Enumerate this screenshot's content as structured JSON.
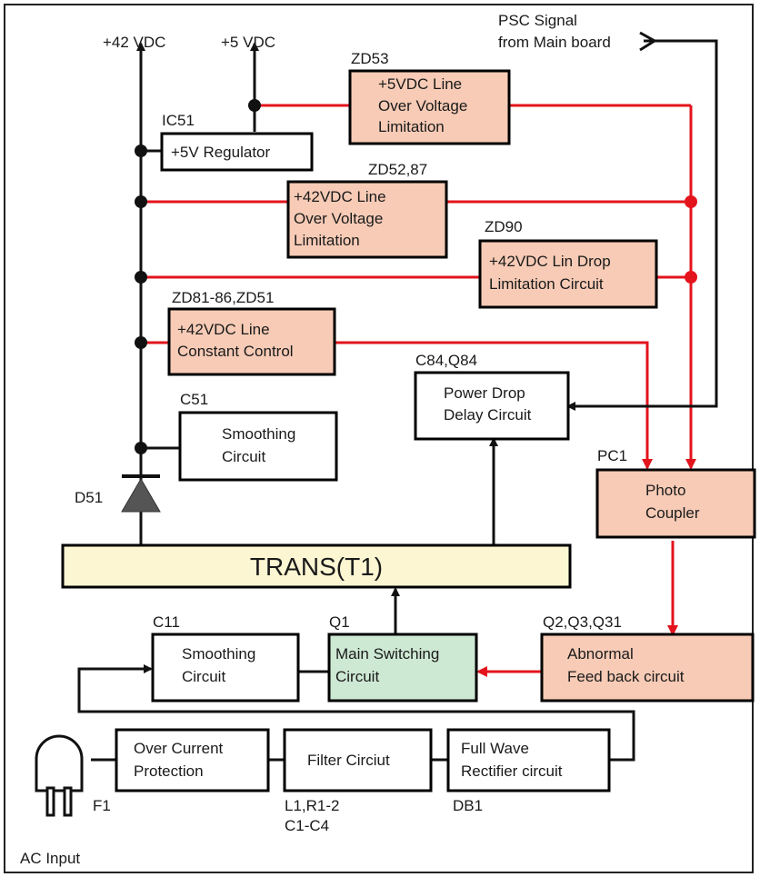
{
  "rails": {
    "v42": "+42 VDC",
    "v5": "+5 VDC"
  },
  "psc": {
    "line1": "PSC Signal",
    "line2": "from Main board"
  },
  "zd53": {
    "ref": "ZD53",
    "line1": "+5VDC Line",
    "line2": "Over Voltage",
    "line3": "Limitation"
  },
  "ic51": {
    "ref": "IC51",
    "line1": "+5V Regulator"
  },
  "zd52": {
    "ref": "ZD52,87",
    "line1": "+42VDC Line",
    "line2": "Over Voltage",
    "line3": "Limitation"
  },
  "zd90": {
    "ref": "ZD90",
    "line1": "+42VDC Lin Drop",
    "line2": "Limitation Circuit"
  },
  "zd81": {
    "ref": "ZD81-86,ZD51",
    "line1": "+42VDC Line",
    "line2": "Constant Control"
  },
  "c84": {
    "ref": "C84,Q84",
    "line1": "Power Drop",
    "line2": "Delay Circuit"
  },
  "c51": {
    "ref": "C51",
    "line1": "Smoothing",
    "line2": "Circuit"
  },
  "pc1": {
    "ref": "PC1",
    "line1": "Photo",
    "line2": "Coupler"
  },
  "d51": {
    "ref": "D51"
  },
  "trans": {
    "label": "TRANS(T1)"
  },
  "c11": {
    "ref": "C11",
    "line1": "Smoothing",
    "line2": "Circuit"
  },
  "q1": {
    "ref": "Q1",
    "line1": "Main Switching",
    "line2": "Circuit"
  },
  "q2": {
    "ref": "Q2,Q3,Q31",
    "line1": "Abnormal",
    "line2": "Feed back circuit"
  },
  "f1": {
    "ref": "F1",
    "line1": "Over Current",
    "line2": "Protection"
  },
  "filter": {
    "ref1": "L1,R1-2",
    "ref2": "C1-C4",
    "line1": "Filter Circiut"
  },
  "db1": {
    "ref": "DB1",
    "line1": "Full Wave",
    "line2": "Rectifier circuit"
  },
  "ac": {
    "label": "AC Input"
  }
}
